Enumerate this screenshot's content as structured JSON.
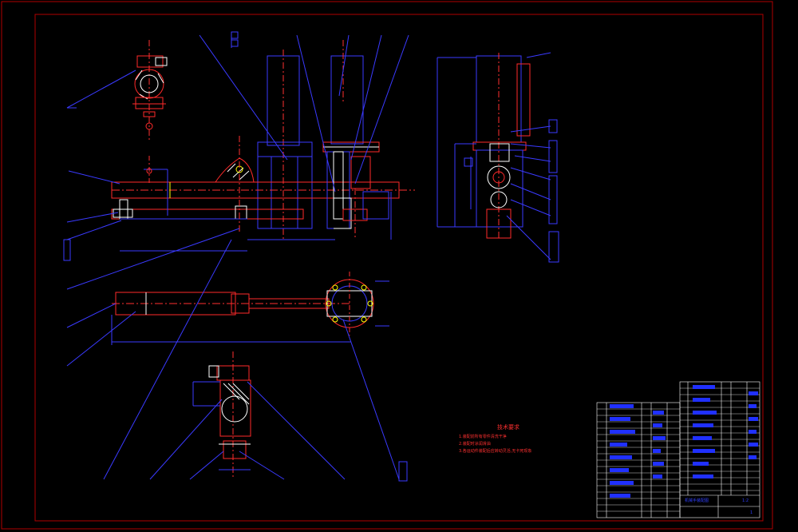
{
  "sheet": {
    "background": "#000000",
    "frame_color": "#b00000",
    "outline_color": "#2b2bff",
    "part_color": "#ff2a2a",
    "centerline_color": "#ff3030",
    "leader_color": "#3a3aff",
    "hatch_color": "#ffffff",
    "accent_color": "#ffff00"
  },
  "technical_requirements": {
    "title": "技术要求",
    "lines": [
      "1.装配前所有零件清洗干净",
      "2.装配时涂润滑油",
      "3.各运动件装配后应转动灵活,无卡死现象"
    ]
  },
  "title_block": {
    "title": "机械手装配图",
    "scale": "1:2",
    "sheet": "1"
  },
  "icons": {
    "balloon": "leader-balloon-icon",
    "hole": "bolt-hole-icon"
  }
}
